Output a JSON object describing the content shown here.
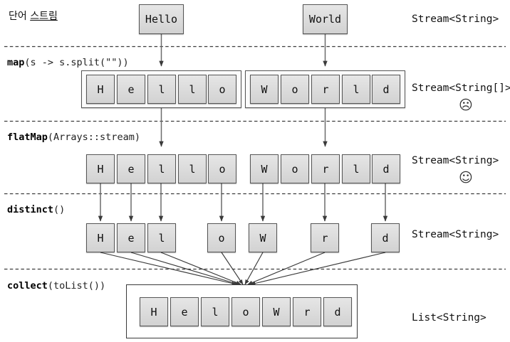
{
  "caption": {
    "prefix": "단어 ",
    "underlined": "스트림"
  },
  "stages": [
    {
      "id": "source",
      "op_name": "",
      "op_args": "",
      "type_label": "Stream<String>",
      "face": "",
      "tokens": [
        "Hello",
        "World"
      ]
    },
    {
      "id": "map",
      "op_name": "map",
      "op_args": "(s -> s.split(\"\"))",
      "type_label": "Stream<String[]>",
      "face": "☹",
      "groups": [
        [
          "H",
          "e",
          "l",
          "l",
          "o"
        ],
        [
          "W",
          "o",
          "r",
          "l",
          "d"
        ]
      ]
    },
    {
      "id": "flatmap",
      "op_name": "flatMap",
      "op_args": "(Arrays::stream)",
      "type_label": "Stream<String>",
      "face": "☺",
      "tokens": [
        "H",
        "e",
        "l",
        "l",
        "o",
        "W",
        "o",
        "r",
        "l",
        "d"
      ]
    },
    {
      "id": "distinct",
      "op_name": "distinct",
      "op_args": "()",
      "type_label": "Stream<String>",
      "face": "",
      "tokens": [
        "H",
        "e",
        "l",
        "o",
        "W",
        "r",
        "d"
      ]
    },
    {
      "id": "collect",
      "op_name": "collect",
      "op_args": "(toList())",
      "type_label": "List<String>",
      "face": "",
      "tokens": [
        "H",
        "e",
        "l",
        "o",
        "W",
        "r",
        "d"
      ]
    }
  ],
  "colors": {
    "box_fill": "#dcdcdc",
    "box_border": "#565656",
    "line": "#555555",
    "divider": "#444444",
    "background": "#ffffff"
  }
}
